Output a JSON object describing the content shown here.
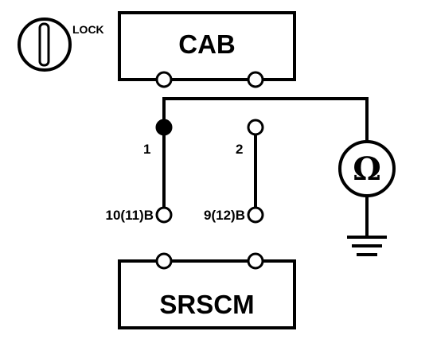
{
  "ignition_switch": {
    "label": "LOCK",
    "icon": "ignition-key-lock-icon"
  },
  "cab": {
    "label": "CAB"
  },
  "srscm": {
    "label": "SRSCM"
  },
  "terminals": {
    "pin1_label": "1",
    "pin2_label": "2",
    "pin10_label": "10(11)B",
    "pin9_label": "9(12)B"
  },
  "ohmmeter": {
    "symbol": "Ω",
    "icon": "ohmmeter-icon"
  },
  "ground": {
    "icon": "ground-icon"
  }
}
